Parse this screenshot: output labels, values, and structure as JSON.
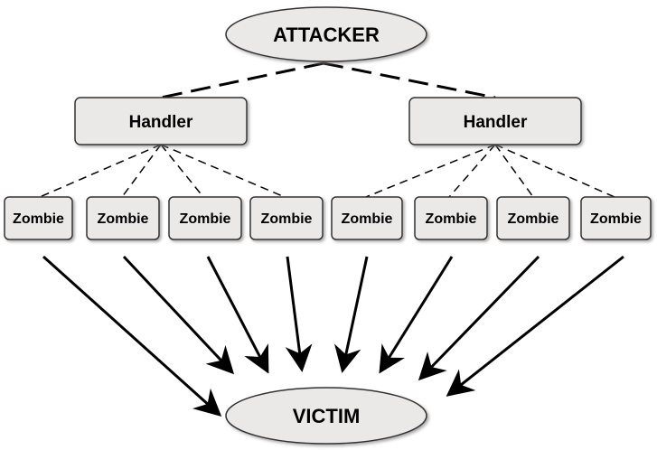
{
  "diagram": {
    "attacker": {
      "label": "ATTACKER"
    },
    "handlers": [
      {
        "label": "Handler"
      },
      {
        "label": "Handler"
      }
    ],
    "zombies": [
      {
        "label": "Zombie",
        "handler": 0
      },
      {
        "label": "Zombie",
        "handler": 0
      },
      {
        "label": "Zombie",
        "handler": 0
      },
      {
        "label": "Zombie",
        "handler": 0
      },
      {
        "label": "Zombie",
        "handler": 1
      },
      {
        "label": "Zombie",
        "handler": 1
      },
      {
        "label": "Zombie",
        "handler": 1
      },
      {
        "label": "Zombie",
        "handler": 1
      }
    ],
    "victim": {
      "label": "VICTIM"
    },
    "colors": {
      "node_fill": "#ebe8e8",
      "node_stroke": "#333333",
      "line": "#000000"
    }
  }
}
